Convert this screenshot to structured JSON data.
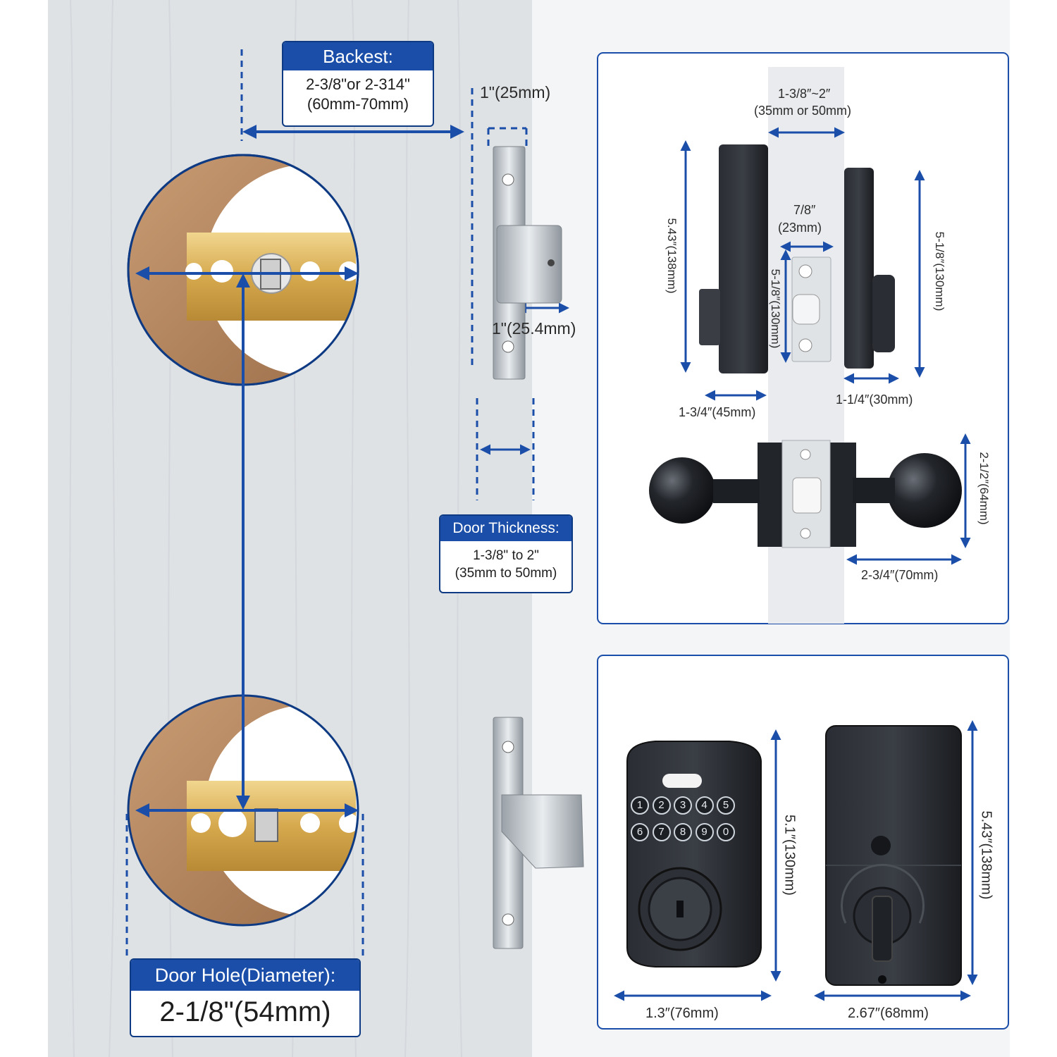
{
  "backset": {
    "title": "Backest:",
    "line1": "2-3/8\"or 2-314\"",
    "line2": "(60mm-70mm)"
  },
  "door_thickness": {
    "title": "Door Thickness:",
    "line1": "1-3/8\" to 2\"",
    "line2": "(35mm to 50mm)"
  },
  "door_hole": {
    "title": "Door Hole(Diameter):",
    "value": "2-1/8\"(54mm)"
  },
  "latch": {
    "faceplate_width": "1\"(25mm)",
    "bolt_throw": "1\"(25.4mm)"
  },
  "top_panel": {
    "door_range": "1-3/8″~2″",
    "door_range_mm": "(35mm or 50mm)",
    "exterior_height": "5.43″(138mm)",
    "interior_height": "5-1/8″(130mm)",
    "strike_width": "7/8″",
    "strike_width_mm": "(23mm)",
    "strike_height": "5-1/8″(130mm)",
    "exterior_depth": "1-3/4″(45mm)",
    "interior_depth": "1-1/4″(30mm)",
    "knob_diameter": "2-1/2″(64mm)",
    "knob_projection": "2-3/4″(70mm)"
  },
  "bottom_panel": {
    "keypad_height": "5.1″(130mm)",
    "keypad_width": "1.3″(76mm)",
    "interior_height": "5.43″(138mm)",
    "interior_width": "2.67″(68mm)",
    "keys_row1": [
      "1",
      "2",
      "3",
      "4",
      "5"
    ],
    "keys_row2": [
      "6",
      "7",
      "8",
      "9",
      "0"
    ]
  },
  "colors": {
    "accent": "#1b4ea8",
    "border": "#0d3a82",
    "brass": "#d9b15c",
    "wood": "#b98c63",
    "lock_black": "#1e2126"
  }
}
